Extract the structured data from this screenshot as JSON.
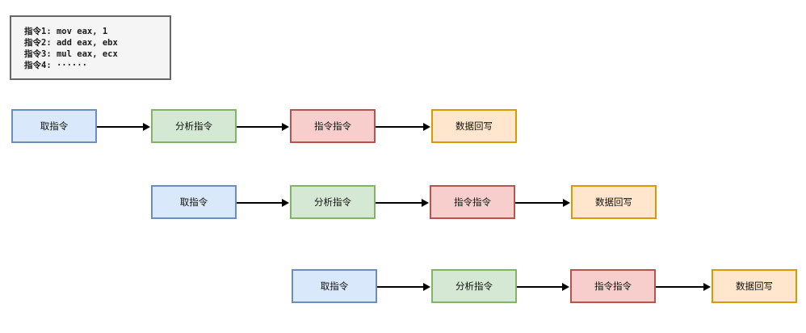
{
  "instructions": [
    "指令1: mov eax, 1",
    "指令2: add eax, ebx",
    "指令3: mul eax, ecx",
    "指令4: ······"
  ],
  "pipeline_rows": [
    {
      "stages": [
        "取指令",
        "分析指令",
        "指令指令",
        "数据回写"
      ],
      "colors": [
        "#dae8fc",
        "#d5e8d4",
        "#f8cecc",
        "#ffe6cc"
      ]
    },
    {
      "stages": [
        "取指令",
        "分析指令",
        "指令指令",
        "数据回写"
      ],
      "colors": [
        "#dae8fc",
        "#d5e8d4",
        "#f8cecc",
        "#ffe6cc"
      ]
    },
    {
      "stages": [
        "取指令",
        "分析指令",
        "指令指令",
        "数据回写"
      ],
      "colors": [
        "#dae8fc",
        "#d5e8d4",
        "#f8cecc",
        "#ffe6cc"
      ]
    }
  ]
}
